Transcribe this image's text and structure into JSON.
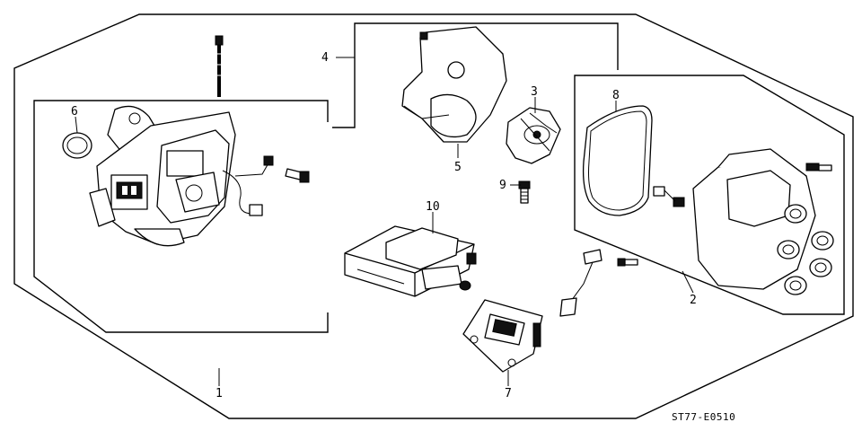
{
  "diagram": {
    "callouts": [
      "1",
      "2",
      "3",
      "4",
      "5",
      "6",
      "7",
      "8",
      "9",
      "10"
    ],
    "ref_code": "ST77-E0510"
  },
  "parts": [
    {
      "label": "1",
      "icon": "distributor-assembly-icon"
    },
    {
      "label": "2",
      "icon": "distributor-cap-icon"
    },
    {
      "label": "3",
      "icon": "rotor-icon"
    },
    {
      "label": "4",
      "icon": "cover-group-bracket-icon"
    },
    {
      "label": "5",
      "icon": "leak-cover-icon"
    },
    {
      "label": "6",
      "icon": "o-ring-icon"
    },
    {
      "label": "7",
      "icon": "igniter-unit-icon"
    },
    {
      "label": "8",
      "icon": "cap-seal-icon"
    },
    {
      "label": "9",
      "icon": "screw-icon"
    },
    {
      "label": "10",
      "icon": "ignition-coil-icon"
    }
  ]
}
